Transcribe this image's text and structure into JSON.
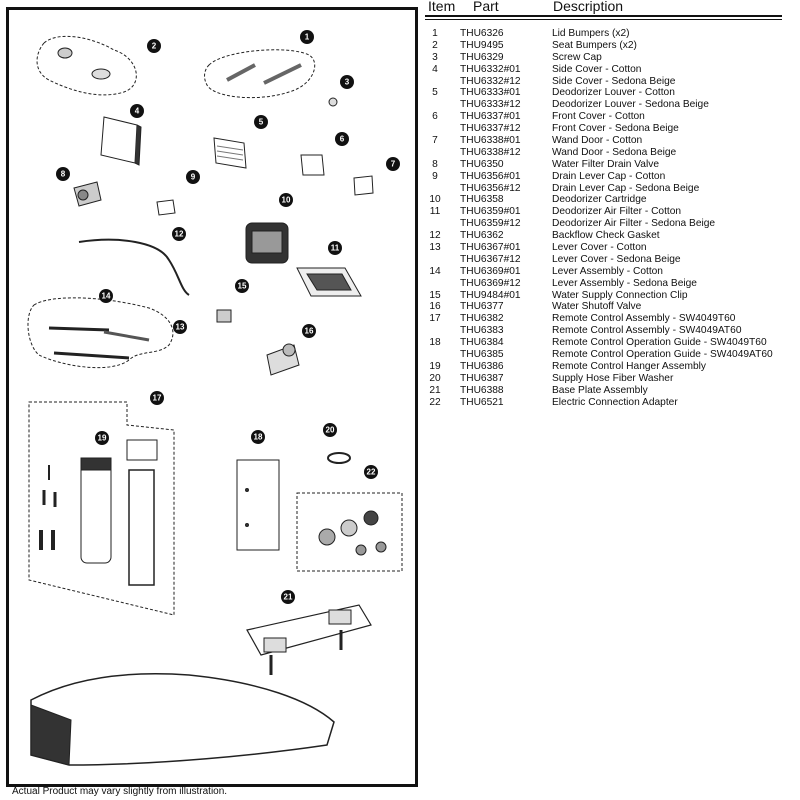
{
  "table": {
    "headers": {
      "item": "Item",
      "part": "Part",
      "description": "Description"
    },
    "rows": [
      {
        "item": "1",
        "part": "THU6326",
        "description": "Lid Bumpers (x2)"
      },
      {
        "item": "2",
        "part": "THU9495",
        "description": "Seat Bumpers (x2)"
      },
      {
        "item": "3",
        "part": "THU6329",
        "description": "Screw Cap"
      },
      {
        "item": "4",
        "part": "THU6332#01",
        "description": "Side Cover - Cotton"
      },
      {
        "item": "",
        "part": "THU6332#12",
        "description": "Side Cover - Sedona Beige"
      },
      {
        "item": "5",
        "part": "THU6333#01",
        "description": "Deodorizer Louver - Cotton"
      },
      {
        "item": "",
        "part": "THU6333#12",
        "description": "Deodorizer Louver - Sedona Beige"
      },
      {
        "item": "6",
        "part": "THU6337#01",
        "description": "Front Cover - Cotton"
      },
      {
        "item": "",
        "part": "THU6337#12",
        "description": "Front Cover  - Sedona Beige"
      },
      {
        "item": "7",
        "part": "THU6338#01",
        "description": "Wand Door - Cotton"
      },
      {
        "item": "",
        "part": "THU6338#12",
        "description": "Wand Door  - Sedona Beige"
      },
      {
        "item": "8",
        "part": "THU6350",
        "description": "Water Filter Drain Valve"
      },
      {
        "item": "9",
        "part": "THU6356#01",
        "description": "Drain Lever Cap - Cotton"
      },
      {
        "item": "",
        "part": "THU6356#12",
        "description": "Drain Lever Cap  - Sedona Beige"
      },
      {
        "item": "10",
        "part": "THU6358",
        "description": "Deodorizer Cartridge"
      },
      {
        "item": "11",
        "part": "THU6359#01",
        "description": "Deodorizer Air Filter - Cotton"
      },
      {
        "item": "",
        "part": "THU6359#12",
        "description": "Deodorizer Air Filter  - Sedona Beige"
      },
      {
        "item": "12",
        "part": "THU6362",
        "description": "Backflow Check Gasket"
      },
      {
        "item": "13",
        "part": "THU6367#01",
        "description": "Lever Cover - Cotton"
      },
      {
        "item": "",
        "part": "THU6367#12",
        "description": "Lever Cover  - Sedona Beige"
      },
      {
        "item": "14",
        "part": "THU6369#01",
        "description": "Lever Assembly - Cotton"
      },
      {
        "item": "",
        "part": "THU6369#12",
        "description": "Lever Assembly  - Sedona Beige"
      },
      {
        "item": "15",
        "part": "THU9484#01",
        "description": "Water Supply Connection Clip"
      },
      {
        "item": "16",
        "part": "THU6377",
        "description": "Water Shutoff Valve"
      },
      {
        "item": "17",
        "part": "THU6382",
        "description": "Remote Control Assembly - SW4049T60"
      },
      {
        "item": "",
        "part": "THU6383",
        "description": "Remote Control Assembly - SW4049AT60"
      },
      {
        "item": "18",
        "part": "THU6384",
        "description": "Remote Control Operation Guide - SW4049T60"
      },
      {
        "item": "",
        "part": "THU6385",
        "description": "Remote Control Operation Guide - SW4049AT60"
      },
      {
        "item": "19",
        "part": "THU6386",
        "description": "Remote Control Hanger Assembly"
      },
      {
        "item": "20",
        "part": "THU6387",
        "description": "Supply Hose Fiber Washer"
      },
      {
        "item": "21",
        "part": "THU6388",
        "description": "Base Plate Assembly"
      },
      {
        "item": "22",
        "part": "THU6521",
        "description": "Electric Connection Adapter"
      }
    ]
  },
  "diagram": {
    "callouts": [
      "1",
      "2",
      "3",
      "4",
      "5",
      "6",
      "7",
      "8",
      "9",
      "10",
      "11",
      "12",
      "13",
      "14",
      "15",
      "16",
      "17",
      "18",
      "19",
      "20",
      "21",
      "22"
    ]
  },
  "footnote": "Actual Product may vary slightly from illustration."
}
